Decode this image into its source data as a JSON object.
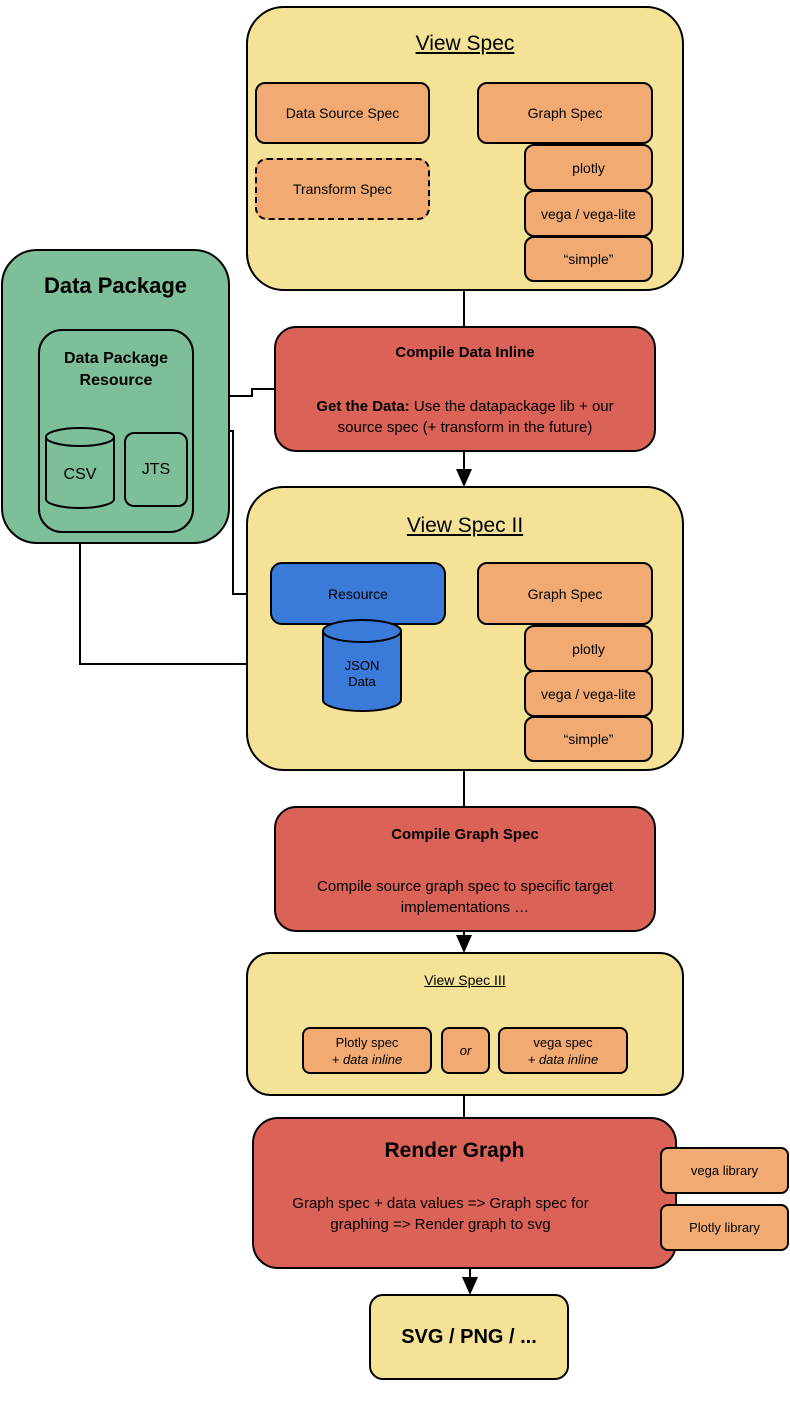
{
  "view_spec": {
    "title": "View Spec",
    "data_source_spec": "Data Source Spec",
    "transform_spec": "Transform Spec",
    "graph_spec": "Graph Spec",
    "graph_options": [
      "plotly",
      "vega / vega-lite",
      "“simple”"
    ]
  },
  "data_package": {
    "title": "Data Package",
    "resource_title": "Data Package Resource",
    "csv": "CSV",
    "jts": "JTS"
  },
  "compile_data_inline": {
    "title": "Compile Data Inline",
    "desc_bold": "Get the Data:",
    "desc_rest": " Use the datapackage lib + our source spec (+ transform in the future)"
  },
  "view_spec_ii": {
    "title": "View Spec II",
    "resource": "Resource",
    "json_data": "JSON Data",
    "graph_spec": "Graph Spec",
    "graph_options": [
      "plotly",
      "vega / vega-lite",
      "“simple”"
    ]
  },
  "compile_graph_spec": {
    "title": "Compile Graph Spec",
    "desc": "Compile source graph spec to specific target implementations …"
  },
  "view_spec_iii": {
    "title": "View Spec III",
    "plotly_line1": "Plotly spec",
    "plotly_line2": "+ data inline",
    "or": "or",
    "vega_line1": "vega spec",
    "vega_line2": "+ data inline"
  },
  "render_graph": {
    "title": "Render Graph",
    "desc": "Graph spec +  data values => Graph spec for graphing => Render graph to svg",
    "vega_library": "vega library",
    "plotly_library": "Plotly library"
  },
  "output": {
    "label": "SVG / PNG / ..."
  }
}
